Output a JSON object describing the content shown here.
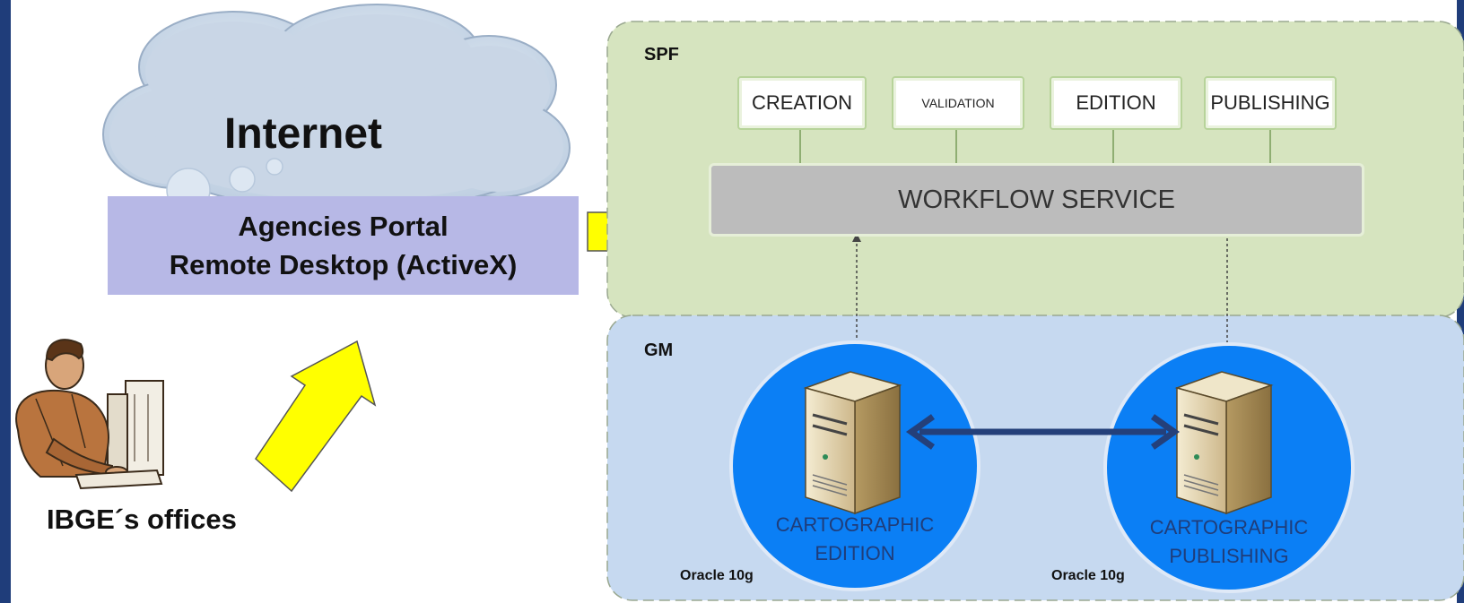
{
  "internet": {
    "title": "Internet"
  },
  "portal": {
    "line1": "Agencies Portal",
    "line2": "Remote Desktop (ActiveX)"
  },
  "offices": {
    "label": "IBGE´s offices"
  },
  "spf": {
    "label": "SPF",
    "modules": [
      "CREATION",
      "VALIDATION",
      "EDITION",
      "PUBLISHING"
    ],
    "workflow": "WORKFLOW SERVICE"
  },
  "gm": {
    "label": "GM",
    "servers": [
      {
        "line1": "CARTOGRAPHIC",
        "line2": "EDITION",
        "db": "Oracle 10g"
      },
      {
        "line1": "CARTOGRAPHIC",
        "line2": "PUBLISHING",
        "db": "Oracle 10g"
      }
    ]
  },
  "colors": {
    "spf_panel": "#d6e4bf",
    "gm_panel": "#c6d9f0",
    "server_circle": "#0b7ff5",
    "arrow_yellow": "#ffff00",
    "frame_blue": "#1f3d7a"
  }
}
